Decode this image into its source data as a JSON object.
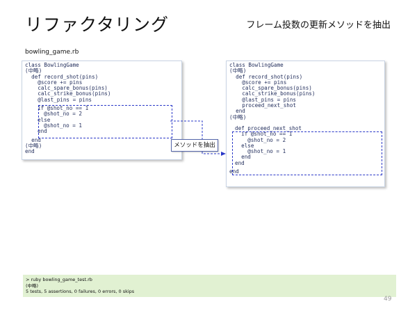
{
  "slide": {
    "title": "リファクタリング",
    "subtitle": "フレーム投数の更新メソッドを抽出",
    "filename": "bowling_game.rb",
    "page_number": "49"
  },
  "left_code": {
    "before": "class BowlingGame\n(中略)\n  def record_shot(pins)\n    @score += pins\n    calc_spare_bonus(pins)\n    calc_strike_bonus(pins)\n    @last_pins = pins",
    "extracted": "if @shot_no == 1\n  @shot_no = 2\nelse\n  @shot_no = 1\nend",
    "after": "  end\n(中略)\nend"
  },
  "action_label": "メソッドを抽出",
  "right_code": {
    "before": "class BowlingGame\n(中略)\n  def record_shot(pins)\n    @score += pins\n    calc_spare_bonus(pins)\n    calc_strike_bonus(pins)\n    @last_pins = pins\n    proceed_next_shot\n  end\n(中略)",
    "extracted": "def proceed_next_shot\n  if @shot_no == 1\n    @shot_no = 2\n  else\n    @shot_no = 1\n  end\nend",
    "after": "end"
  },
  "console": {
    "command": "> ruby bowling_game_test.rb",
    "omitted": "(中略)",
    "result": "5 tests, 5 assertions, 0 failures, 0 errors, 0 skips"
  }
}
